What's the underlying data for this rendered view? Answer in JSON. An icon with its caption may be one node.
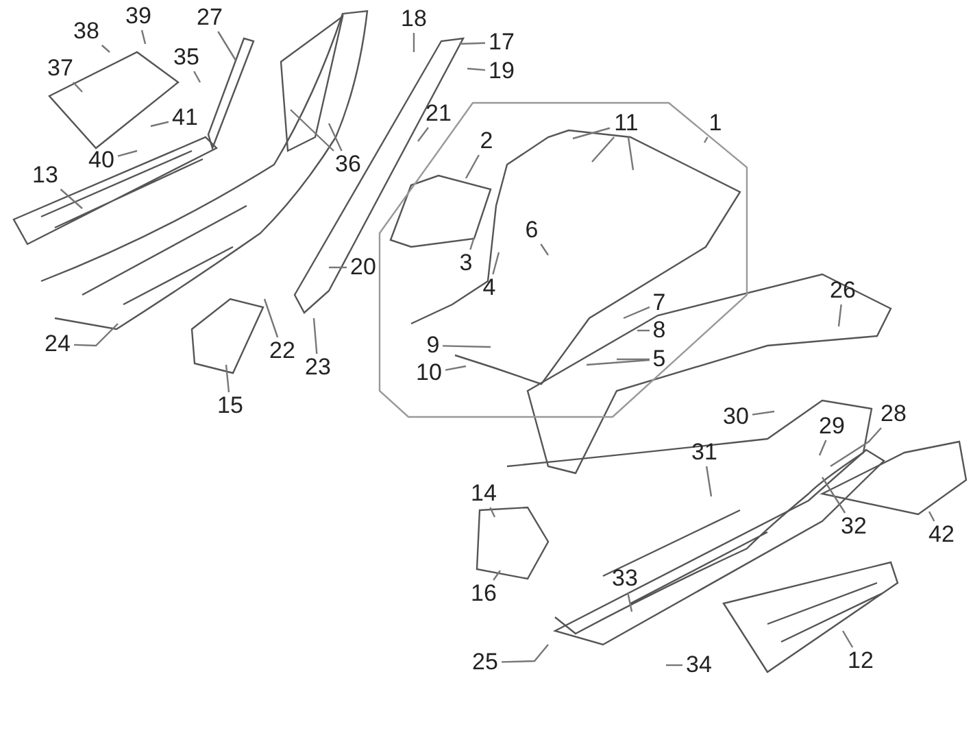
{
  "diagram": {
    "nodes": [
      {
        "text": [
          "1"
        ]
      },
      {
        "text": [
          "2"
        ]
      },
      {
        "text": [
          "3"
        ]
      },
      {
        "text": [
          "4"
        ]
      },
      {
        "text": [
          "5"
        ]
      },
      {
        "text": [
          "6"
        ]
      },
      {
        "text": [
          "7"
        ]
      },
      {
        "text": [
          "8"
        ]
      },
      {
        "text": [
          "9"
        ]
      },
      {
        "text": [
          "10"
        ]
      },
      {
        "text": [
          "11"
        ]
      },
      {
        "text": [
          "12"
        ]
      },
      {
        "text": [
          "13"
        ]
      },
      {
        "text": [
          "14"
        ]
      },
      {
        "text": [
          "15"
        ]
      },
      {
        "text": [
          "16"
        ]
      },
      {
        "text": [
          "17"
        ]
      },
      {
        "text": [
          "18"
        ]
      },
      {
        "text": [
          "19"
        ]
      },
      {
        "text": [
          "20"
        ]
      },
      {
        "text": [
          "21"
        ]
      },
      {
        "text": [
          "22"
        ]
      },
      {
        "text": [
          "23"
        ]
      },
      {
        "text": [
          "24"
        ]
      },
      {
        "text": [
          "25"
        ]
      },
      {
        "text": [
          "26"
        ]
      },
      {
        "text": [
          "27"
        ]
      },
      {
        "text": [
          "28"
        ]
      },
      {
        "text": [
          "29"
        ]
      },
      {
        "text": [
          "30"
        ]
      },
      {
        "text": [
          "31"
        ]
      },
      {
        "text": [
          "32"
        ]
      },
      {
        "text": [
          "33"
        ]
      },
      {
        "text": [
          "34"
        ]
      },
      {
        "text": [
          "35"
        ]
      },
      {
        "text": [
          "36"
        ]
      },
      {
        "text": [
          "37"
        ]
      },
      {
        "text": [
          "38"
        ]
      },
      {
        "text": [
          "39"
        ]
      },
      {
        "text": [
          "40"
        ]
      },
      {
        "text": [
          "41"
        ]
      },
      {
        "text": [
          "42"
        ]
      }
    ],
    "edges": [
      {
        "from": 0,
        "to": null,
        "arrow": "none"
      },
      {
        "from": 1,
        "to": null,
        "arrow": "none"
      },
      {
        "from": 2,
        "to": null,
        "arrow": "none"
      },
      {
        "from": 3,
        "to": null,
        "arrow": "none"
      },
      {
        "from": 4,
        "to": null,
        "arrow": "none"
      },
      {
        "from": 4,
        "to": null,
        "arrow": "none"
      },
      {
        "from": 5,
        "to": null,
        "arrow": "none"
      },
      {
        "from": 6,
        "to": null,
        "arrow": "none"
      },
      {
        "from": 7,
        "to": null,
        "arrow": "none"
      },
      {
        "from": 8,
        "to": null,
        "arrow": "none"
      },
      {
        "from": 9,
        "to": null,
        "arrow": "none"
      },
      {
        "from": 10,
        "to": null,
        "arrow": "none"
      },
      {
        "from": 10,
        "to": null,
        "arrow": "none"
      },
      {
        "from": 10,
        "to": null,
        "arrow": "none"
      },
      {
        "from": 11,
        "to": null,
        "arrow": "none"
      },
      {
        "from": 12,
        "to": null,
        "arrow": "none"
      },
      {
        "from": 13,
        "to": null,
        "arrow": "none"
      },
      {
        "from": 14,
        "to": null,
        "arrow": "none"
      },
      {
        "from": 15,
        "to": null,
        "arrow": "none"
      },
      {
        "from": 16,
        "to": null,
        "arrow": "none"
      },
      {
        "from": 17,
        "to": null,
        "arrow": "none"
      },
      {
        "from": 18,
        "to": null,
        "arrow": "none"
      },
      {
        "from": 19,
        "to": null,
        "arrow": "none"
      },
      {
        "from": 20,
        "to": null,
        "arrow": "none"
      },
      {
        "from": 21,
        "to": null,
        "arrow": "none"
      },
      {
        "from": 22,
        "to": null,
        "arrow": "none"
      },
      {
        "from": 23,
        "to": null,
        "arrow": "none"
      },
      {
        "from": 24,
        "to": null,
        "arrow": "none"
      },
      {
        "from": 25,
        "to": null,
        "arrow": "none"
      },
      {
        "from": 26,
        "to": null,
        "arrow": "none"
      },
      {
        "from": 27,
        "to": null,
        "arrow": "none"
      },
      {
        "from": 28,
        "to": null,
        "arrow": "none"
      },
      {
        "from": 29,
        "to": null,
        "arrow": "none"
      },
      {
        "from": 30,
        "to": null,
        "arrow": "none"
      },
      {
        "from": 31,
        "to": null,
        "arrow": "none"
      },
      {
        "from": 32,
        "to": null,
        "arrow": "none"
      },
      {
        "from": 33,
        "to": null,
        "arrow": "none"
      },
      {
        "from": 34,
        "to": null,
        "arrow": "none"
      },
      {
        "from": 35,
        "to": null,
        "arrow": "none"
      },
      {
        "from": 35,
        "to": null,
        "arrow": "none"
      },
      {
        "from": 36,
        "to": null,
        "arrow": "none"
      },
      {
        "from": 37,
        "to": null,
        "arrow": "none"
      },
      {
        "from": 38,
        "to": null,
        "arrow": "none"
      },
      {
        "from": 39,
        "to": null,
        "arrow": "none"
      },
      {
        "from": 40,
        "to": null,
        "arrow": "none"
      },
      {
        "from": 41,
        "to": null,
        "arrow": "none"
      }
    ]
  }
}
